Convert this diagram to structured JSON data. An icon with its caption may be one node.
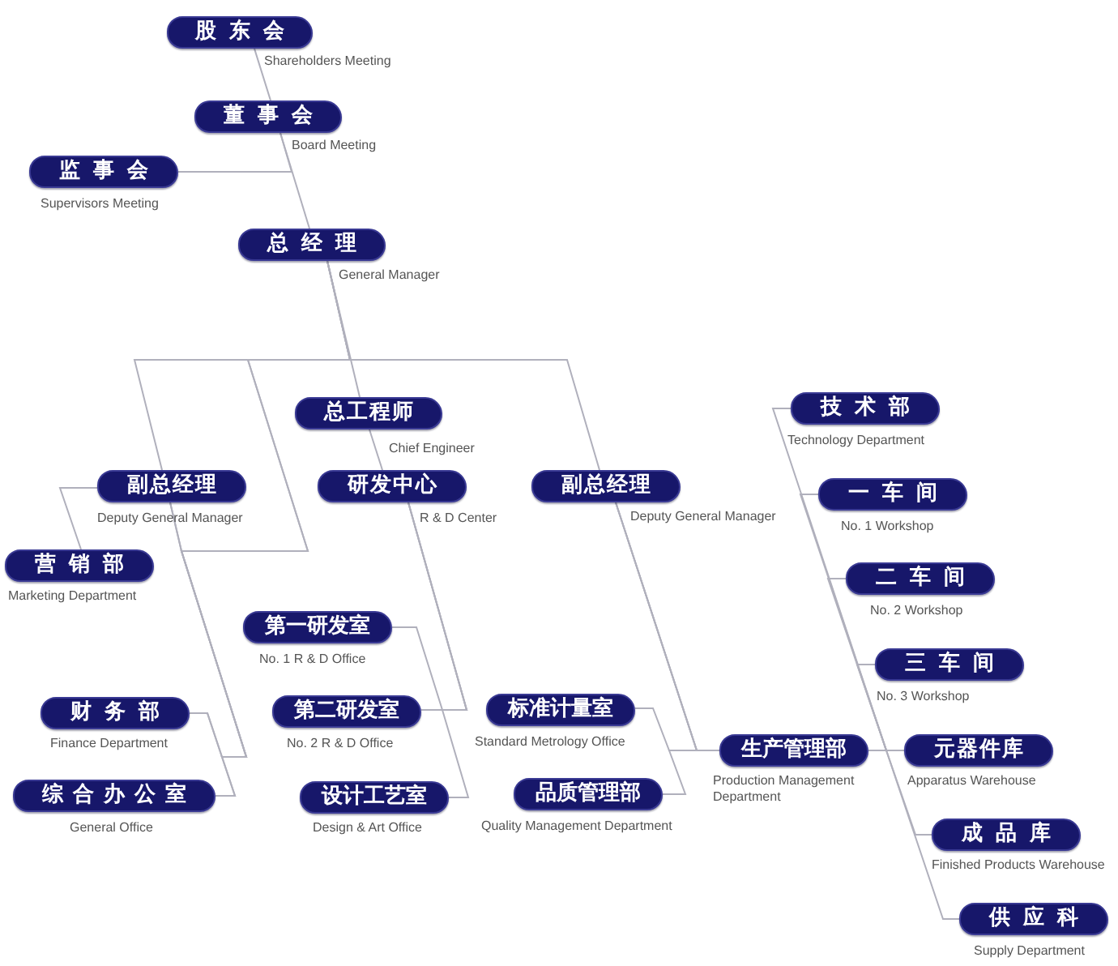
{
  "diagram": {
    "nodes": [
      {
        "text": [
          "股东会"
        ],
        "beside": [
          "Shareholders Meeting"
        ]
      },
      {
        "text": [
          "董事会"
        ],
        "beside": [
          "Board Meeting"
        ]
      },
      {
        "text": [
          "监事会"
        ],
        "beside": [
          "Supervisors Meeting"
        ]
      },
      {
        "text": [
          "总经理"
        ],
        "beside": [
          "General Manager"
        ]
      },
      {
        "text": [
          "总工程师"
        ],
        "beside": [
          "Chief Engineer"
        ]
      },
      {
        "text": [
          "技术部"
        ],
        "beside": [
          "Technology Department"
        ]
      },
      {
        "text": [
          "副总经理"
        ],
        "beside": [
          "Deputy General Manager"
        ]
      },
      {
        "text": [
          "研发中心"
        ],
        "beside": [
          "R & D Center"
        ]
      },
      {
        "text": [
          "副总经理"
        ],
        "beside": [
          "Deputy General Manager"
        ]
      },
      {
        "text": [
          "一车间"
        ],
        "beside": [
          "No. 1 Workshop"
        ]
      },
      {
        "text": [
          "营销部"
        ],
        "beside": [
          "Marketing Department"
        ]
      },
      {
        "text": [
          "二车间"
        ],
        "beside": [
          "No. 2 Workshop"
        ]
      },
      {
        "text": [
          "第一研发室"
        ],
        "beside": [
          "No. 1 R & D Office"
        ]
      },
      {
        "text": [
          "三车间"
        ],
        "beside": [
          "No. 3 Workshop"
        ]
      },
      {
        "text": [
          "财务部"
        ],
        "beside": [
          "Finance Department"
        ]
      },
      {
        "text": [
          "第二研发室"
        ],
        "beside": [
          "No. 2 R & D Office"
        ]
      },
      {
        "text": [
          "标准计量室"
        ],
        "beside": [
          "Standard Metrology Office"
        ]
      },
      {
        "text": [
          "生产管理部"
        ],
        "beside": [
          "Production Management Department"
        ]
      },
      {
        "text": [
          "元器件库"
        ],
        "beside": [
          "Apparatus Warehouse"
        ]
      },
      {
        "text": [
          "综合办公室"
        ],
        "beside": [
          "General Office"
        ]
      },
      {
        "text": [
          "设计工艺室"
        ],
        "beside": [
          "Design & Art Office"
        ]
      },
      {
        "text": [
          "品质管理部"
        ],
        "beside": [
          "Quality Management Department"
        ]
      },
      {
        "text": [
          "成品库"
        ],
        "beside": [
          "Finished Products Warehouse"
        ]
      },
      {
        "text": [
          "供应科"
        ],
        "beside": [
          "Supply Department"
        ]
      }
    ],
    "edges": [
      {
        "from": 0,
        "to": 1,
        "arrow": "none"
      },
      {
        "from": 1,
        "to": 3,
        "arrow": "none"
      },
      {
        "from": 1,
        "to": 2,
        "arrow": "none"
      },
      {
        "from": 3,
        "to": 6,
        "arrow": "none"
      },
      {
        "from": 3,
        "to": 4,
        "arrow": "none"
      },
      {
        "from": 3,
        "to": 8,
        "arrow": "none"
      },
      {
        "from": 3,
        "to": 14,
        "arrow": "none"
      },
      {
        "from": 3,
        "to": 19,
        "arrow": "none"
      },
      {
        "from": 4,
        "to": 7,
        "arrow": "none"
      },
      {
        "from": 6,
        "to": 10,
        "arrow": "none"
      },
      {
        "from": 6,
        "to": 14,
        "arrow": "none"
      },
      {
        "from": 6,
        "to": 19,
        "arrow": "none"
      },
      {
        "from": 7,
        "to": 12,
        "arrow": "none"
      },
      {
        "from": 7,
        "to": 15,
        "arrow": "none"
      },
      {
        "from": 7,
        "to": 20,
        "arrow": "none"
      },
      {
        "from": 8,
        "to": 16,
        "arrow": "none"
      },
      {
        "from": 8,
        "to": 17,
        "arrow": "none"
      },
      {
        "from": 8,
        "to": 21,
        "arrow": "none"
      },
      {
        "from": 17,
        "to": 5,
        "arrow": "none"
      },
      {
        "from": 17,
        "to": 9,
        "arrow": "none"
      },
      {
        "from": 17,
        "to": 11,
        "arrow": "none"
      },
      {
        "from": 17,
        "to": 13,
        "arrow": "none"
      },
      {
        "from": 17,
        "to": 18,
        "arrow": "none"
      },
      {
        "from": 17,
        "to": 22,
        "arrow": "none"
      },
      {
        "from": 17,
        "to": 23,
        "arrow": "none"
      }
    ]
  }
}
